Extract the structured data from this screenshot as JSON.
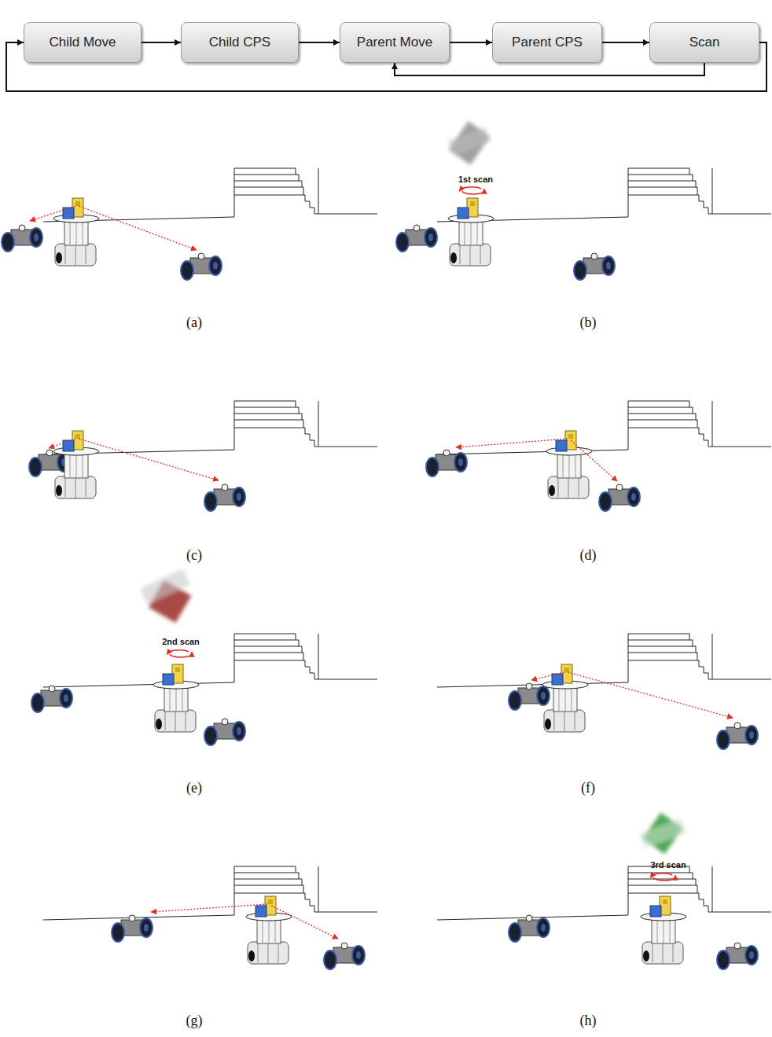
{
  "diagram": {
    "nodes": [
      {
        "text": [
          "Child Move"
        ]
      },
      {
        "text": [
          "Child CPS"
        ]
      },
      {
        "text": [
          "Parent Move"
        ]
      },
      {
        "text": [
          "Parent CPS"
        ]
      },
      {
        "text": [
          "Scan"
        ]
      }
    ],
    "edges": [
      {
        "from": 0,
        "to": 1,
        "arrow": "to"
      },
      {
        "from": 1,
        "to": 2,
        "arrow": "to"
      },
      {
        "from": 2,
        "to": 3,
        "arrow": "to"
      },
      {
        "from": 3,
        "to": 4,
        "arrow": "to"
      },
      {
        "from": 4,
        "to": 2,
        "arrow": "to"
      },
      {
        "from": 4,
        "to": 0,
        "arrow": "to"
      }
    ],
    "labels": [
      "1st scan",
      "2nd scan",
      "3rd scan",
      "(a)",
      "(b)",
      "(c)",
      "(d)",
      "(e)",
      "(f)",
      "(g)",
      "(h)"
    ]
  }
}
